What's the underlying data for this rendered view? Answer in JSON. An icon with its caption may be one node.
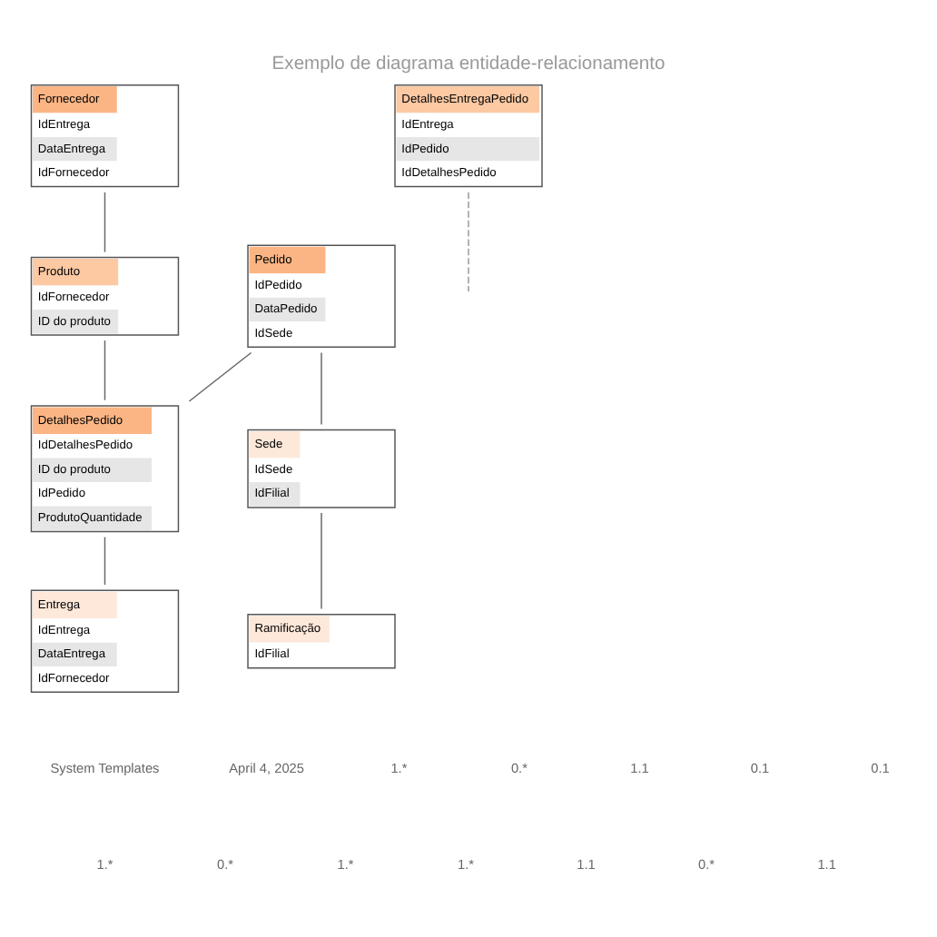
{
  "diagram": {
    "title": "Exemplo de diagrama entidade-relacionamento",
    "nodes": [
      {
        "text": [
          "Fornecedor",
          "IdEntrega",
          "DataEntrega",
          "IdFornecedor"
        ]
      },
      {
        "text": [
          "Pedido",
          "IdPedido",
          "DataPedido",
          "IdSede"
        ]
      },
      {
        "text": [
          "DetalhesPedido",
          "IdDetalhesPedido",
          "ID do produto",
          "IdPedido",
          "ProdutoQuantidade"
        ]
      },
      {
        "text": [
          "Produto",
          "IdFornecedor",
          "ID do produto"
        ]
      },
      {
        "text": [
          "DetalhesEntregaPedido",
          "IdEntrega",
          "IdPedido",
          "IdDetalhesPedido"
        ]
      },
      {
        "text": [
          "Sede",
          "IdSede",
          "IdFilial"
        ]
      },
      {
        "text": [
          "Ramificação",
          "IdFilial"
        ]
      },
      {
        "text": [
          "Entrega",
          "IdEntrega",
          "DataEntrega",
          "IdFornecedor"
        ]
      }
    ],
    "edges": [
      {
        "from": 0,
        "to": 3,
        "arrow": "none"
      },
      {
        "from": 1,
        "to": 2,
        "arrow": "none"
      },
      {
        "from": 3,
        "to": 2,
        "arrow": "none"
      },
      {
        "from": 1,
        "to": 5,
        "arrow": "none"
      },
      {
        "from": 2,
        "to": 7,
        "arrow": "none"
      },
      {
        "from": 4,
        "to": null,
        "arrow": "none",
        "style": "dashed"
      },
      {
        "from": 5,
        "to": 6,
        "arrow": "none"
      }
    ],
    "labels": [
      "System Templates",
      "April 4, 2025",
      "1.*",
      "0.*",
      "1.1",
      "0.1",
      "0.1",
      "1.*",
      "0.*",
      "1.*",
      "1.*",
      "1.1",
      "0.*",
      "1.1"
    ]
  }
}
